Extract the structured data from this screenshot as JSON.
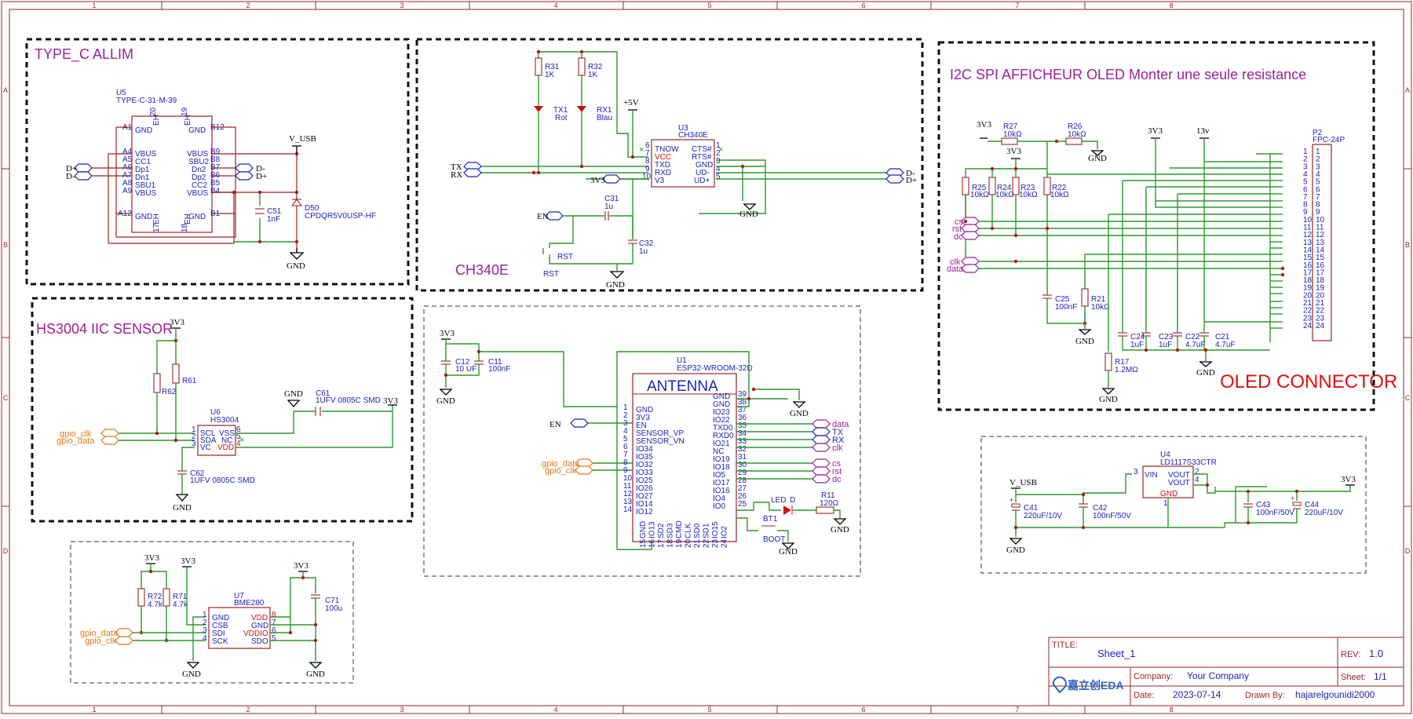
{
  "frame": {
    "col_labels": [
      "1",
      "2",
      "3",
      "4",
      "5",
      "6",
      "7",
      "8"
    ],
    "row_labels": [
      "A",
      "B",
      "C",
      "D"
    ]
  },
  "sections": {
    "typec": "TYPE_C ALLIM",
    "ch340": "CH340E",
    "oled": "I2C SPI AFFICHEUR OLED Monter une seule resistance",
    "hs3004": "HS3004 IIC SENSOR",
    "oled_connector": "OLED CONNECTOR"
  },
  "typec": {
    "ref": "U5",
    "part": "TYPE-C-31-M-39",
    "left_pins": [
      "A1",
      "A4",
      "A5",
      "A6",
      "A7",
      "A8",
      "A9",
      "A12"
    ],
    "left_names": [
      "GND",
      "VBUS",
      "CC1",
      "Dp1",
      "Dn1",
      "SBU1",
      "VBUS",
      "GND"
    ],
    "right_pins": [
      "B12",
      "B9",
      "B8",
      "B7",
      "B6",
      "B5",
      "B4",
      "B1"
    ],
    "right_names": [
      "GND",
      "VBUS",
      "SBU2",
      "Dn2",
      "Dp2",
      "CC2",
      "VBUS",
      "GND"
    ],
    "top_pins": [
      "20",
      "19"
    ],
    "top_names": [
      "EH",
      "EH"
    ],
    "bot_pins": [
      "17",
      "18"
    ],
    "bot_names": [
      "EH",
      "EH"
    ],
    "nets_left": [
      "D+",
      "D-"
    ],
    "nets_right": [
      "D-",
      "D+"
    ],
    "vusb": "V_USB",
    "gnd": "GND",
    "c51": "C51",
    "c51v": "1nF",
    "d50": "D50",
    "d50v": "CPDQR5V0USP-HF"
  },
  "ch340": {
    "r31": "R31",
    "r31v": "1K",
    "r32": "R32",
    "r32v": "1K",
    "tx1": "TX1",
    "tx1c": "Rot",
    "rx1": "RX1",
    "rx1c": "Blau",
    "p5v": "+5V",
    "ref": "U3",
    "part": "CH340E",
    "left_pins": [
      "6",
      "7",
      "8",
      "9",
      "10"
    ],
    "left_names": [
      "TNOW",
      "VCC",
      "TXD",
      "RXD",
      "V3"
    ],
    "right_pins": [
      "1",
      "2",
      "3",
      "4",
      "5"
    ],
    "right_names": [
      "CTS#",
      "RTS#",
      "GND",
      "UD-",
      "UD+"
    ],
    "tx": "TX",
    "rx": "RX",
    "v3": "3V3",
    "en": "EN",
    "c31": "C31",
    "c31v": "1u",
    "c32": "C32",
    "c32v": "1u",
    "rst": "RST",
    "rst2": "RST",
    "gnd": "GND",
    "gnd2": "GND",
    "dm": "D-",
    "dp": "D+"
  },
  "oled": {
    "v3a": "3V3",
    "v3b": "3V3",
    "v3c": "3V3",
    "v13": "13v",
    "r27": "R27",
    "r27v": "10kΩ",
    "r26": "R26",
    "r26v": "10kΩ",
    "r25": "R25",
    "r25v": "10kΩ",
    "r24": "R24",
    "r24v": "10kΩ",
    "r23": "R23",
    "r23v": "10kΩ",
    "r22": "R22",
    "r22v": "10kΩ",
    "r21": "R21",
    "r21v": "10kΩ",
    "r17": "R17",
    "r17v": "1.2MΩ",
    "c25": "C25",
    "c25v": "100nF",
    "c24": "C24",
    "c24v": "1uF",
    "c23": "C23",
    "c23v": "1uF",
    "c22": "C22",
    "c22v": "4.7uF",
    "c21": "C21",
    "c21v": "4.7uF",
    "nets": [
      "cs",
      "rst",
      "dc",
      "clk",
      "data"
    ],
    "p2": "P2",
    "p2v": "FPC-24P",
    "gnd": "GND"
  },
  "hs3004": {
    "v3": "3V3",
    "r62": "R62",
    "r61": "R61",
    "ref": "U6",
    "part": "HS3004",
    "left_pins": [
      "1",
      "2",
      "3"
    ],
    "left_names": [
      "SCL",
      "SDA",
      "VC"
    ],
    "right_pins": [
      "6",
      "5",
      "4"
    ],
    "right_names": [
      "VSS",
      "NC",
      "VDD"
    ],
    "gclk": "gpio_clk",
    "gdata": "gpio_data",
    "c61": "C61",
    "c61v": "1UFV 0805C SMD",
    "c62": "C62",
    "c62v": "1UFV 0805C SMD",
    "gnd": "GND",
    "v3b": "3V3"
  },
  "esp": {
    "v3": "3V3",
    "c12": "C12",
    "c12v": "10 UF",
    "c11": "C11",
    "c11v": "100nF",
    "gnd": "GND",
    "ref": "U1",
    "part": "ESP32-WROOM-32D",
    "antenna": "ANTENNA",
    "left_pins": [
      "1",
      "2",
      "3",
      "4",
      "5",
      "6",
      "7",
      "8",
      "9",
      "10",
      "11",
      "12",
      "13",
      "14"
    ],
    "left_names": [
      "GND",
      "3V3",
      "EN",
      "SENSOR_VP",
      "SENSOR_VN",
      "IO34",
      "IO35",
      "IO32",
      "IO33",
      "IO25",
      "IO26",
      "IO27",
      "IO14",
      "IO12"
    ],
    "right_pins": [
      "39",
      "38",
      "37",
      "36",
      "35",
      "34",
      "33",
      "32",
      "31",
      "30",
      "29",
      "28",
      "27",
      "26",
      "25"
    ],
    "right_names": [
      "GND",
      "GND",
      "IO23",
      "IO22",
      "TXD0",
      "RXD0",
      "IO21",
      "NC",
      "IO19",
      "IO18",
      "IO5",
      "IO17",
      "IO16",
      "IO4",
      "IO0"
    ],
    "bot_pins": [
      "15",
      "16",
      "17",
      "18",
      "19",
      "20",
      "21",
      "22",
      "23",
      "24"
    ],
    "bot_names": [
      "GND",
      "IO13",
      "SD2",
      "SD3",
      "CMD",
      "CLK",
      "SD0",
      "SD1",
      "IO15",
      "IO2"
    ],
    "en": "EN",
    "gdata": "gpio_data",
    "gclk": "gpio_clk",
    "rnets": [
      "data",
      "TX",
      "RX",
      "clk",
      "cs",
      "rst",
      "dc"
    ],
    "led": "LED",
    "d": "D",
    "r11": "R11",
    "r11v": "120Ω",
    "bt1": "BT1",
    "boot": "BOOT",
    "gnd2": "GND",
    "gnd3": "GND",
    "gnd4": "GND"
  },
  "ldo": {
    "vusb": "V_USB",
    "c41": "C41",
    "c41v": "220uF/10V",
    "c42": "C42",
    "c42v": "100nF/50V",
    "ref": "U4",
    "part": "LD1117S33CTR",
    "vin": "VIN",
    "vout": "VOUT",
    "vout2": "VOUT",
    "gndp": "GND",
    "p3": "3",
    "p2": "2",
    "p4": "4",
    "p1": "1",
    "c43": "C43",
    "c43v": "100nF/50V",
    "c44": "C44",
    "c44v": "220uF/10V",
    "v3": "3V3",
    "gnd": "GND"
  },
  "bme": {
    "v3a": "3V3",
    "v3b": "3V3",
    "v3c": "3V3",
    "r72": "R72",
    "r72v": "4.7k",
    "r71": "R71",
    "r71v": "4.7k",
    "ref": "U7",
    "part": "BME280",
    "left_pins": [
      "1",
      "2",
      "3",
      "4"
    ],
    "left_names": [
      "GND",
      "CSB",
      "SDI",
      "SCK"
    ],
    "right_pins": [
      "8",
      "7",
      "6",
      "5"
    ],
    "right_names": [
      "VDD",
      "GND",
      "VDDIO",
      "SDO"
    ],
    "c71": "C71",
    "c71v": "100u",
    "gdata": "gpio_data",
    "gclk": "gpio_clk",
    "gnd": "GND",
    "gnd2": "GND"
  },
  "titleblock": {
    "title_label": "TITLE:",
    "title": "Sheet_1",
    "rev_label": "REV:",
    "rev": "1.0",
    "company_label": "Company:",
    "company": "Your Company",
    "sheet_label": "Sheet:",
    "sheet": "1/1",
    "date_label": "Date:",
    "date": "2023-07-14",
    "drawn_label": "Drawn By:",
    "drawn": "hajarelgounidi2000",
    "logo": "嘉立创EDA"
  }
}
